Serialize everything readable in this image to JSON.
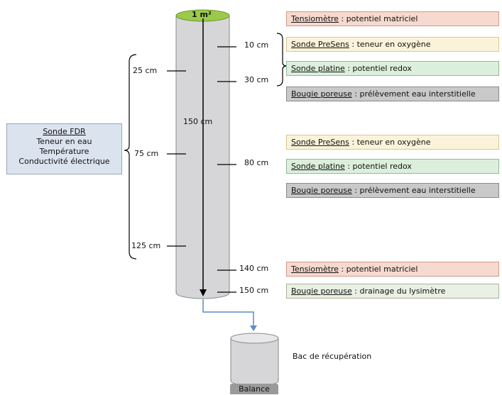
{
  "column": {
    "top_label": "1 m²",
    "length_label": "150 cm"
  },
  "left_depths": [
    "25 cm",
    "75 cm",
    "125 cm"
  ],
  "right_depths": [
    "10 cm",
    "30 cm",
    "80 cm",
    "140 cm",
    "150 cm"
  ],
  "fdr": {
    "title": "Sonde FDR",
    "lines": [
      "Teneur en eau",
      "Température",
      "Conductivité électrique"
    ]
  },
  "sensors": [
    {
      "name": "Tensiomètre",
      "desc": " : potentiel matriciel",
      "color": "#f6d9cf",
      "border": "#d39a88"
    },
    {
      "name": "Sonde PreSens",
      "desc": " : teneur en oxygène",
      "color": "#fbf3d9",
      "border": "#d8c98d"
    },
    {
      "name": "Sonde platine",
      "desc": " : potentiel redox",
      "color": "#dcefdc",
      "border": "#93b993"
    },
    {
      "name": "Bougie poreuse",
      "desc": " : prélèvement eau interstitielle",
      "color": "#c9c9c9",
      "border": "#8a8a8a"
    },
    {
      "name": "Sonde PreSens",
      "desc": " : teneur en oxygène",
      "color": "#fbf3d9",
      "border": "#d8c98d"
    },
    {
      "name": "Sonde platine",
      "desc": " : potentiel redox",
      "color": "#dcefdc",
      "border": "#93b993"
    },
    {
      "name": "Bougie poreuse",
      "desc": " : prélèvement eau interstitielle",
      "color": "#c9c9c9",
      "border": "#8a8a8a"
    },
    {
      "name": "Tensiomètre",
      "desc": " : potentiel matriciel",
      "color": "#f6d9cf",
      "border": "#d39a88"
    },
    {
      "name": "Bougie poreuse",
      "desc": " : drainage du lysimètre",
      "color": "#eaf0e3",
      "border": "#a9b39c"
    }
  ],
  "collector": {
    "label": "Bac de récupération",
    "balance": "Balance"
  }
}
